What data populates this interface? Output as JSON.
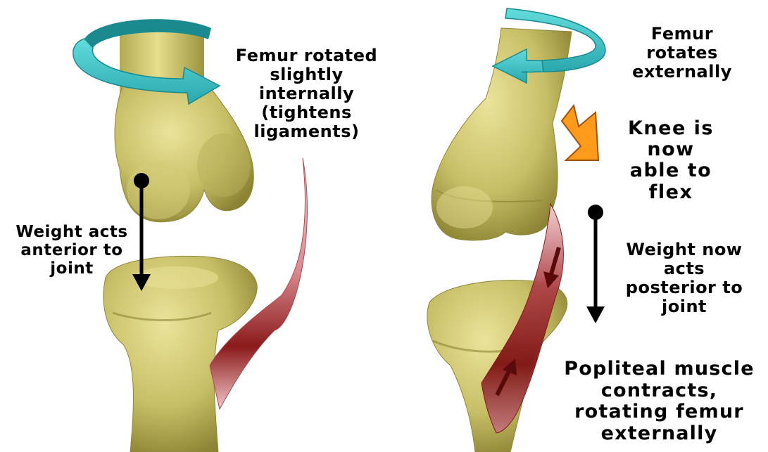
{
  "labels": {
    "left_rotation": [
      "Femur rotated",
      "slightly",
      "internally",
      "(tightens",
      "ligaments)"
    ],
    "left_weight": [
      "Weight acts",
      "anterior to",
      "joint"
    ],
    "right_rotation": [
      "Femur",
      "rotates",
      "externally"
    ],
    "knee_flex": [
      "Knee is",
      "now",
      "able to",
      "flex"
    ],
    "right_weight": [
      "Weight now",
      "acts",
      "posterior to",
      "joint"
    ],
    "popliteal": [
      "Popliteal muscle",
      "contracts,",
      "rotating femur",
      "externally"
    ]
  },
  "colors": {
    "bone": "#c8c06a",
    "bone_shadow": "#8e8636",
    "rotation_arrow": "#3ec8c8",
    "rotation_arrow_dark": "#1b8a8f",
    "muscle": "#8b1a1a",
    "knee_arrow": "#ff9a1a",
    "weight_arrow": "#000000"
  }
}
